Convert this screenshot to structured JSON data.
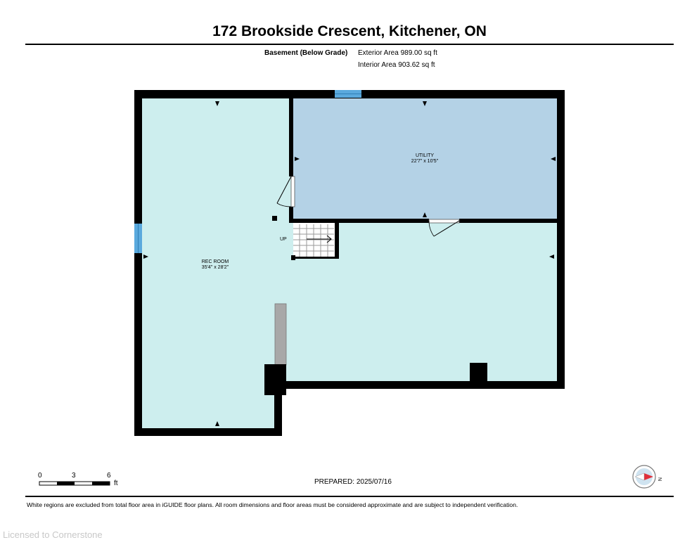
{
  "header": {
    "address": "172 Brookside Crescent, Kitchener, ON",
    "level": "Basement (Below Grade)",
    "exterior_area": "Exterior Area 989.00 sq ft",
    "interior_area": "Interior Area 903.62 sq ft"
  },
  "rooms": {
    "utility": {
      "name": "UTILITY",
      "dims": "22'7\" x 10'5\""
    },
    "rec_room": {
      "name": "REC ROOM",
      "dims": "35'4\" x 28'2\""
    },
    "stairs_label": "UP"
  },
  "scale_bar": {
    "ticks": [
      "0",
      "3",
      "6"
    ],
    "unit": "ft"
  },
  "prepared": "PREPARED:  2025/07/16",
  "footer_note": "White regions are excluded from total floor area in iGUIDE floor plans. All room dimensions and floor areas must be considered approximate and are subject to independent verification.",
  "watermark": "Licensed to Cornerstone",
  "compass": {
    "label": "N"
  },
  "colors": {
    "rec_room_fill": "#cdeeee",
    "utility_fill": "#b4d2e6",
    "window": "#5aa9dd",
    "wall": "#000000",
    "compass_needle": "#e0303a"
  }
}
